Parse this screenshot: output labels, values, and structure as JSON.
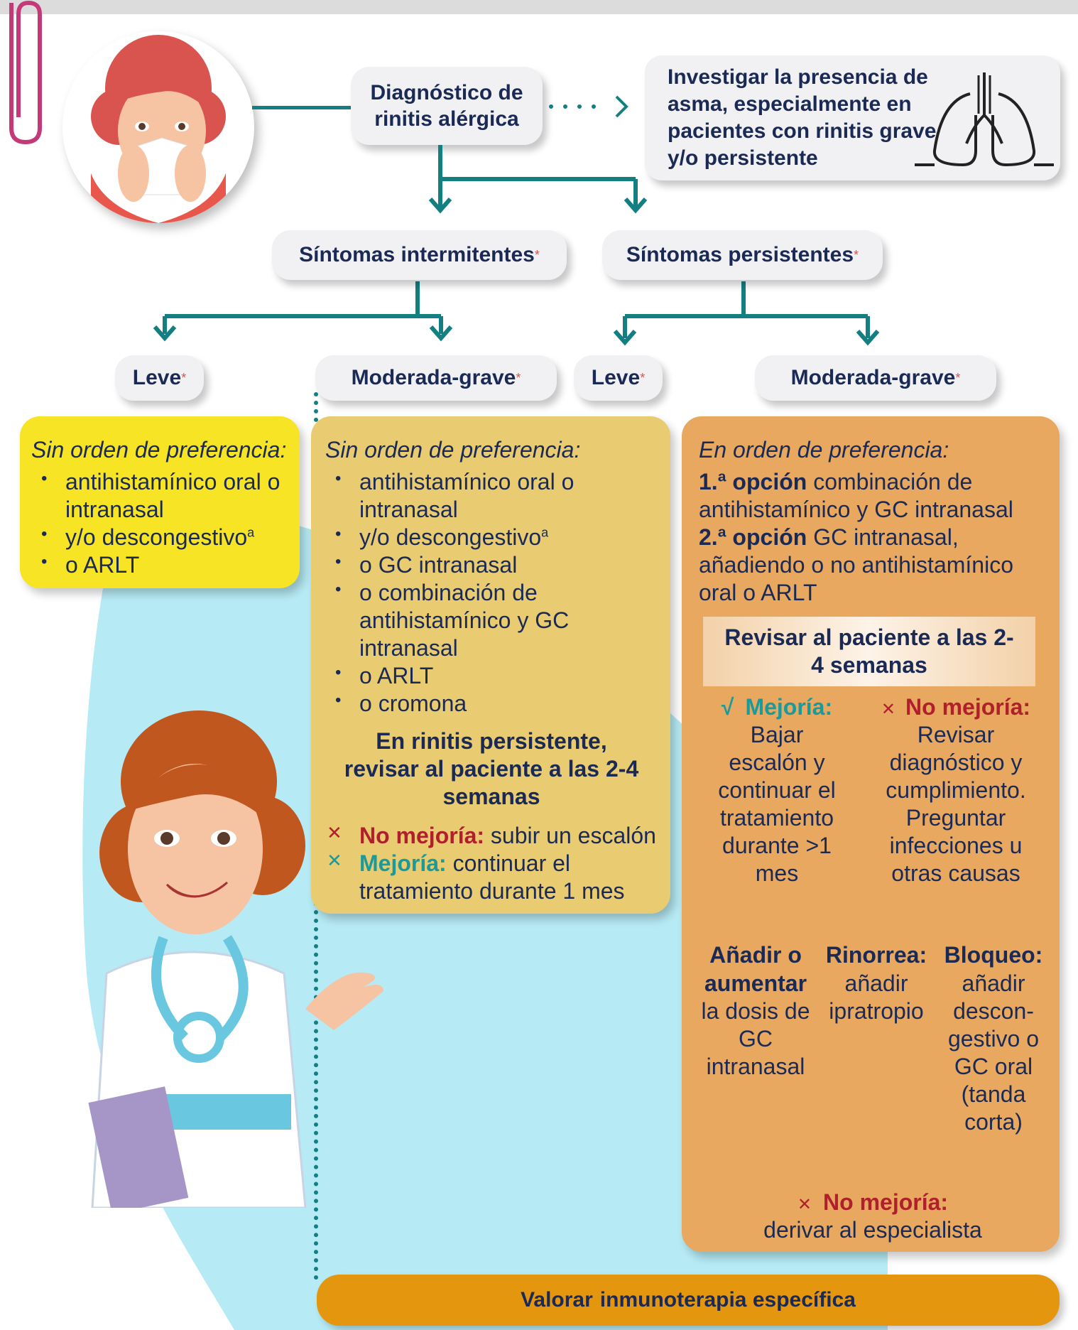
{
  "diagnostico": "Diagnóstico de rinitis alérgica",
  "asma": {
    "pre": "Investigar la presencia de",
    "bold": "asma,",
    "post": "especialmente en pacientes con rinitis grave y/o persistente"
  },
  "sintomas_intermitentes": "Síntomas intermitentes",
  "sintomas_persistentes": "Síntomas persistentes",
  "asterisk": "*",
  "leve": "Leve",
  "moderada_grave": "Moderada-grave",
  "card_leve_int": {
    "heading": "Sin orden de preferencia:",
    "items": [
      "antihistamínico oral o intranasal",
      "y/o descongestivo",
      "o ARLT"
    ],
    "superscript": "a"
  },
  "card_mod_int": {
    "heading": "Sin orden de preferencia:",
    "items": [
      "antihistamínico oral o intranasal",
      "y/o descongestivo",
      "o GC intranasal",
      "o combinación de antihistamínico y GC intranasal",
      "o ARLT",
      "o cromona"
    ],
    "superscript": "a",
    "review": "En rinitis persistente, revisar al paciente a las 2-4 semanas",
    "no_mejoria_label": "No mejoría:",
    "no_mejoria_text": "subir un escalón",
    "mejoria_label": "Mejoría:",
    "mejoria_text": "continuar el tratamiento durante 1 mes"
  },
  "card_persist": {
    "heading": "En orden de preferencia:",
    "op1_label": "1.ª opción",
    "op1_text": "combinación de antihistamínico y GC intranasal",
    "op2_label": "2.ª opción",
    "op2_text": "GC intranasal, añadiendo o no antihistamínico oral o ARLT",
    "review": "Revisar al paciente a las 2-4 semanas",
    "mejoria_label": "Mejoría:",
    "mejoria_text": "Bajar escalón y continuar el tratamiento durante >1 mes",
    "no_mejoria_label": "No mejoría:",
    "no_mejoria_text": "Revisar diagnóstico y cumplimiento. Preguntar infecciones u otras causas",
    "opt_a_label": "Añadir o aumentar",
    "opt_a_text": "la dosis de GC intranasal",
    "opt_b_label": "Rinorrea:",
    "opt_b_text": "añadir ipratropio",
    "opt_c_label": "Bloqueo:",
    "opt_c_text": "añadir descon-gestivo o GC oral (tanda corta)",
    "final_label": "No mejoría:",
    "final_text": "derivar al especialista"
  },
  "inmuno": {
    "pre": "Valorar",
    "bold": "inmunoterapia específica"
  },
  "colors": {
    "teal": "#147f82",
    "yellow": "#f7e425",
    "sand": "#e9cb72",
    "orange": "#e8a860",
    "bottom": "#e4960f",
    "navy": "#1a2a55",
    "red": "#b0202c"
  },
  "icons": [
    "paperclip-icon",
    "lungs-icon",
    "check-icon",
    "cross-icon",
    "arrow-down-icon"
  ]
}
